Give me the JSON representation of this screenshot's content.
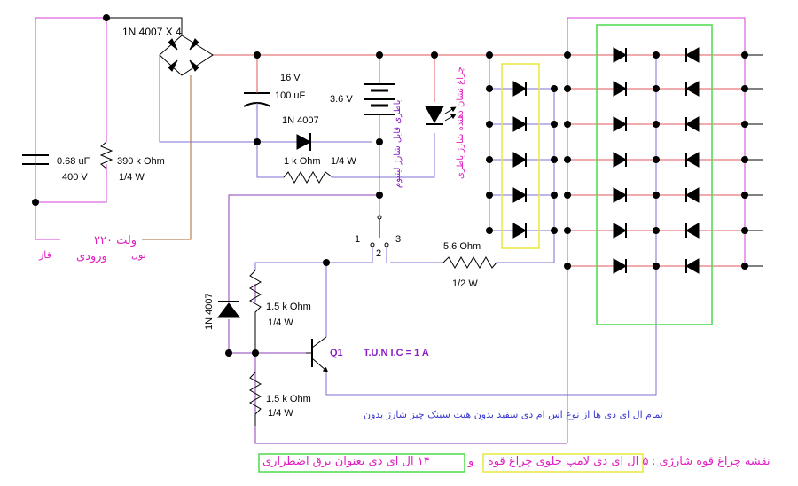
{
  "labels": {
    "bridge": "1N 4007 X 4",
    "cap_voltage": "16 V",
    "cap_value": "100 uF",
    "battery_voltage": "3.6 V",
    "diode_top": "1N 4007",
    "res_top_value": "1 k Ohm",
    "res_top_power": "1/4 W",
    "ac_cap_value": "0.68 uF",
    "ac_cap_voltage": "400 V",
    "ac_res_value": "390 k Ohm",
    "ac_res_power": "1/4 W",
    "switch_1": "1",
    "switch_2": "2",
    "switch_3": "3",
    "res_lamp_value": "5.6  Ohm",
    "res_lamp_power": "1/2 W",
    "diode_left": "1N 4007",
    "res_base_value": "1.5 k Ohm",
    "res_base_power": "1/4 W",
    "res_bottom_value": "1.5 k Ohm",
    "res_bottom_power": "1/4 W",
    "transistor": "Q1",
    "transistor_spec": "T.U.N I.C = 1 A"
  },
  "persian": {
    "mains_input": "ولت ۲۲۰",
    "mains_input_2": "ورودی",
    "phase": "فاز",
    "neutral": "نول",
    "battery_label": "باطری قابل شارژ لیتیوم",
    "charge_indicator": "چراغ نشان دهنده شارژ باطری",
    "led_note": "تمام ال ای دی ها از نوع اس ام دی سفید بدون  هیت سینک  چیز شارژ بدون",
    "caption_main": "نقشه چراغ قوه شارژی :",
    "caption_yellow": "۵ ال ای دی لامپ جلوی چراغ قوه",
    "caption_join": "و",
    "caption_green": "۱۴ ال ای دی بعنوان برق اضطراری"
  },
  "colors": {
    "wire_red": "#e05a5a",
    "wire_blue": "#7b6fd6",
    "wire_purple": "#8a3fb5",
    "wire_magenta": "#d43fd4",
    "wire_brown": "#b0652a",
    "box_yellow": "#e8e83a",
    "box_green": "#4bdc4b",
    "text_magenta": "#e020c0",
    "text_purple": "#8a1fc7",
    "text_blue": "#3a3acc"
  }
}
